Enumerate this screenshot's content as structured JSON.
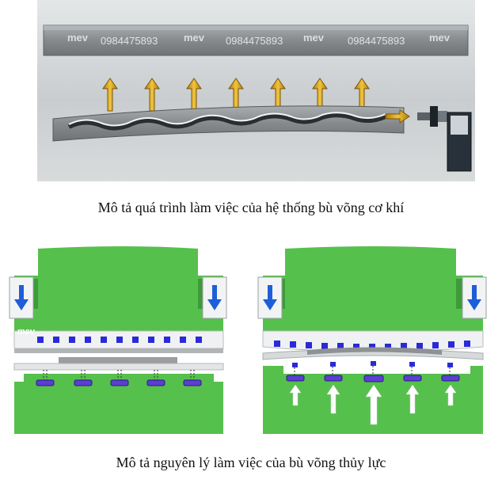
{
  "top_figure": {
    "caption": "Mô tả quá trình làm việc của hệ thống bù võng cơ khí",
    "watermark_brand": "mev",
    "watermark_phone": "0984475893",
    "colors": {
      "background": "#d2d6d8",
      "beam": "#8d9194",
      "arrow": "#d9a521",
      "motor": "#2c3540"
    }
  },
  "bottom_figure": {
    "caption": "Mô tả nguyên lý làm việc của bù võng thủy lực",
    "logo_text": "mev",
    "colors": {
      "green": "#56c04c",
      "green_dark": "#3e9a3a",
      "blue_block": "#2a2ad6",
      "arrow_blue": "#1e5ed8",
      "bed": "#eef0f1"
    }
  }
}
